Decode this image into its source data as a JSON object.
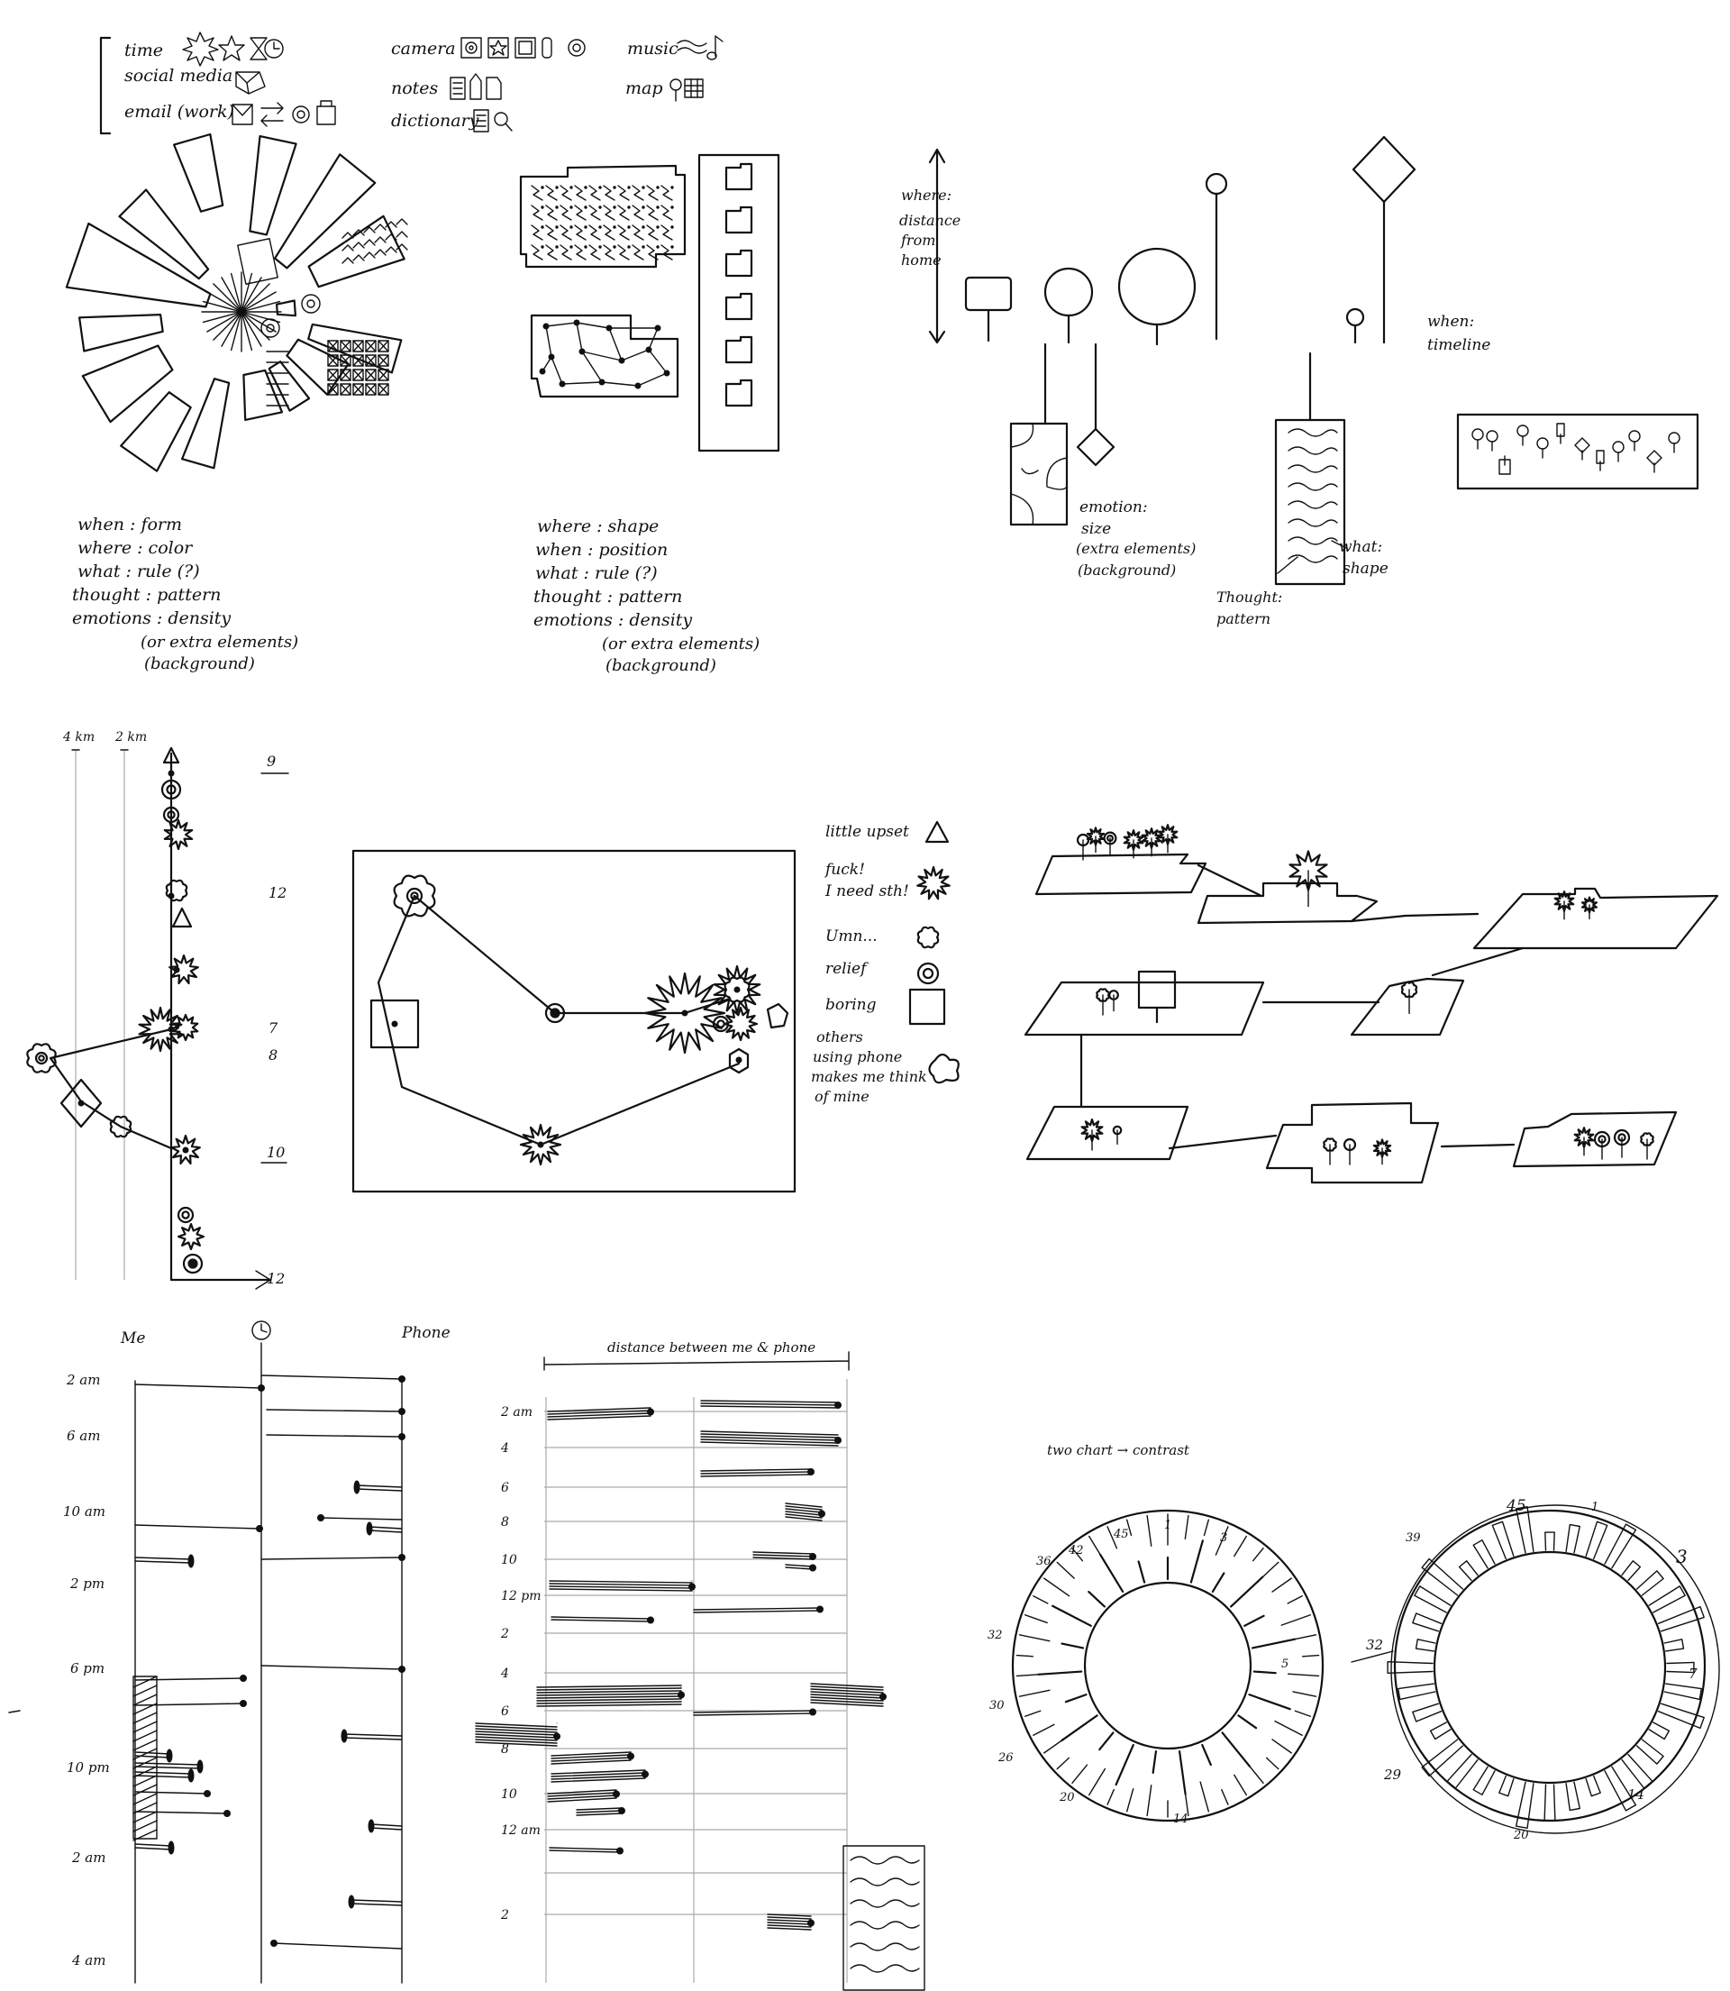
{
  "legend": {
    "time": "time",
    "social_media": "social media",
    "email_work": "email (work)",
    "camera": "camera",
    "notes": "notes",
    "dictionary": "dictionary",
    "music": "music",
    "map": "map"
  },
  "sketch1": {
    "lines": [
      "when : form",
      "where : color",
      "what : rule (?)",
      "thought : pattern",
      "emotions : density",
      "(or extra elements)",
      "(background)"
    ]
  },
  "sketch2": {
    "lines": [
      "where : shape",
      "when : position",
      "what : rule (?)",
      "thought : pattern",
      "emotions : density",
      "(or extra elements)",
      "(background)"
    ]
  },
  "sketch3": {
    "where_lines": [
      "where:",
      "distance",
      "from",
      "home"
    ],
    "when_lines": [
      "when:",
      "timeline"
    ],
    "emotion_lines": [
      "emotion:",
      "size",
      "(extra elements)",
      "(background)"
    ],
    "what_lines": [
      "what:",
      "shape"
    ],
    "thought_lines": [
      "Thought:",
      "pattern"
    ]
  },
  "sketch4": {
    "top_labels": [
      "4 km",
      "2 km"
    ],
    "hours": [
      "9",
      "12",
      "7",
      "8",
      "10",
      "12"
    ]
  },
  "emotion_legend": {
    "items": [
      {
        "lines": [
          "little upset"
        ],
        "icon": "triangle-icon"
      },
      {
        "lines": [
          "fuck!",
          "I need sth!"
        ],
        "icon": "burst-icon"
      },
      {
        "lines": [
          "Umn..."
        ],
        "icon": "flower-icon"
      },
      {
        "lines": [
          "relief"
        ],
        "icon": "ring-icon"
      },
      {
        "lines": [
          "boring"
        ],
        "icon": "square-icon"
      },
      {
        "lines": [
          "others",
          "using phone",
          "makes me think",
          "of mine"
        ],
        "icon": "blob-icon"
      }
    ]
  },
  "sketch7": {
    "me_label": "Me",
    "phone_label": "Phone",
    "times": [
      "2 am",
      "6 am",
      "10 am",
      "2 pm",
      "6 pm",
      "10 pm",
      "2 am",
      "4 am"
    ]
  },
  "sketch8": {
    "title": "distance between me & phone",
    "times": [
      "2 am",
      "4",
      "6",
      "8",
      "10",
      "12 pm",
      "2",
      "4",
      "6",
      "8",
      "10",
      "12 am",
      "2"
    ]
  },
  "sketch9": {
    "caption": "two chart → contrast",
    "left_numbers": [
      "1",
      "3",
      "5",
      "14",
      "20",
      "26",
      "30",
      "32",
      "36",
      "42",
      "45"
    ],
    "right_numbers": [
      "1",
      "3",
      "7",
      "14",
      "20",
      "29",
      "32",
      "39",
      "45"
    ]
  }
}
